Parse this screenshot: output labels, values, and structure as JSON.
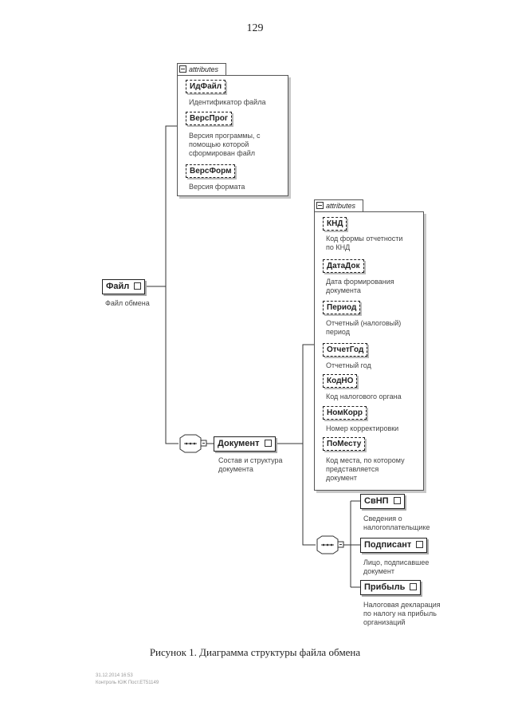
{
  "page_number": "129",
  "file": {
    "name": "Файл",
    "desc": "Файл обмена"
  },
  "file_attributes": {
    "header": "attributes",
    "items": [
      {
        "name": "ИдФайл",
        "desc": [
          "Идентификатор файла"
        ]
      },
      {
        "name": "ВерсПрог",
        "desc": [
          "Версия программы, с",
          "помощью которой",
          "сформирован файл"
        ]
      },
      {
        "name": "ВерсФорм",
        "desc": [
          "Версия формата"
        ]
      }
    ]
  },
  "document": {
    "name": "Документ",
    "desc": [
      "Состав и структура",
      "документа"
    ]
  },
  "doc_attributes": {
    "header": "attributes",
    "items": [
      {
        "name": "КНД",
        "desc": [
          "Код формы отчетности",
          "по КНД"
        ]
      },
      {
        "name": "ДатаДок",
        "desc": [
          "Дата формирования",
          "документа"
        ]
      },
      {
        "name": "Период",
        "desc": [
          "Отчетный (налоговый)",
          "период"
        ]
      },
      {
        "name": "ОтчетГод",
        "desc": [
          "Отчетный год"
        ]
      },
      {
        "name": "КодНО",
        "desc": [
          "Код налогового органа"
        ]
      },
      {
        "name": "НомКорр",
        "desc": [
          "Номер корректировки"
        ]
      },
      {
        "name": "ПоМесту",
        "desc": [
          "Код места, по которому",
          "представляется",
          "документ"
        ]
      }
    ]
  },
  "children": [
    {
      "name": "СвНП",
      "desc": [
        "Сведения о",
        "налогоплательщике"
      ]
    },
    {
      "name": "Подписант",
      "desc": [
        "Лицо, подписавшее",
        "документ"
      ]
    },
    {
      "name": "Прибыль",
      "desc": [
        "Налоговая декларация",
        "по налогу на прибыль",
        "организаций"
      ]
    }
  ],
  "caption": "Рисунок 1. Диаграмма структуры файла обмена",
  "stamp": [
    "31.12.2014 16:53",
    "Контроль ЮЖ  Пост.ЕТ51149"
  ]
}
